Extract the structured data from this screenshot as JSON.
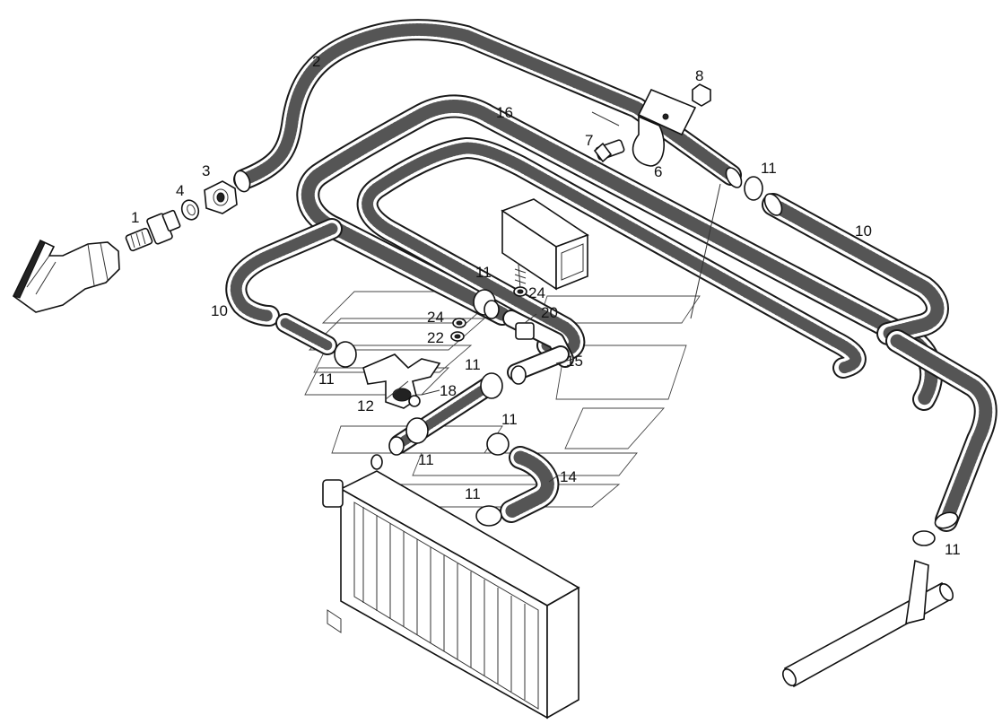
{
  "diagram": {
    "callouts": [
      "1",
      "2",
      "3",
      "4",
      "6",
      "7",
      "8",
      "10",
      "10",
      "11",
      "11",
      "11",
      "11",
      "11",
      "11",
      "11",
      "11",
      "12",
      "14",
      "15",
      "16",
      "18",
      "20",
      "22",
      "24",
      "24"
    ]
  }
}
